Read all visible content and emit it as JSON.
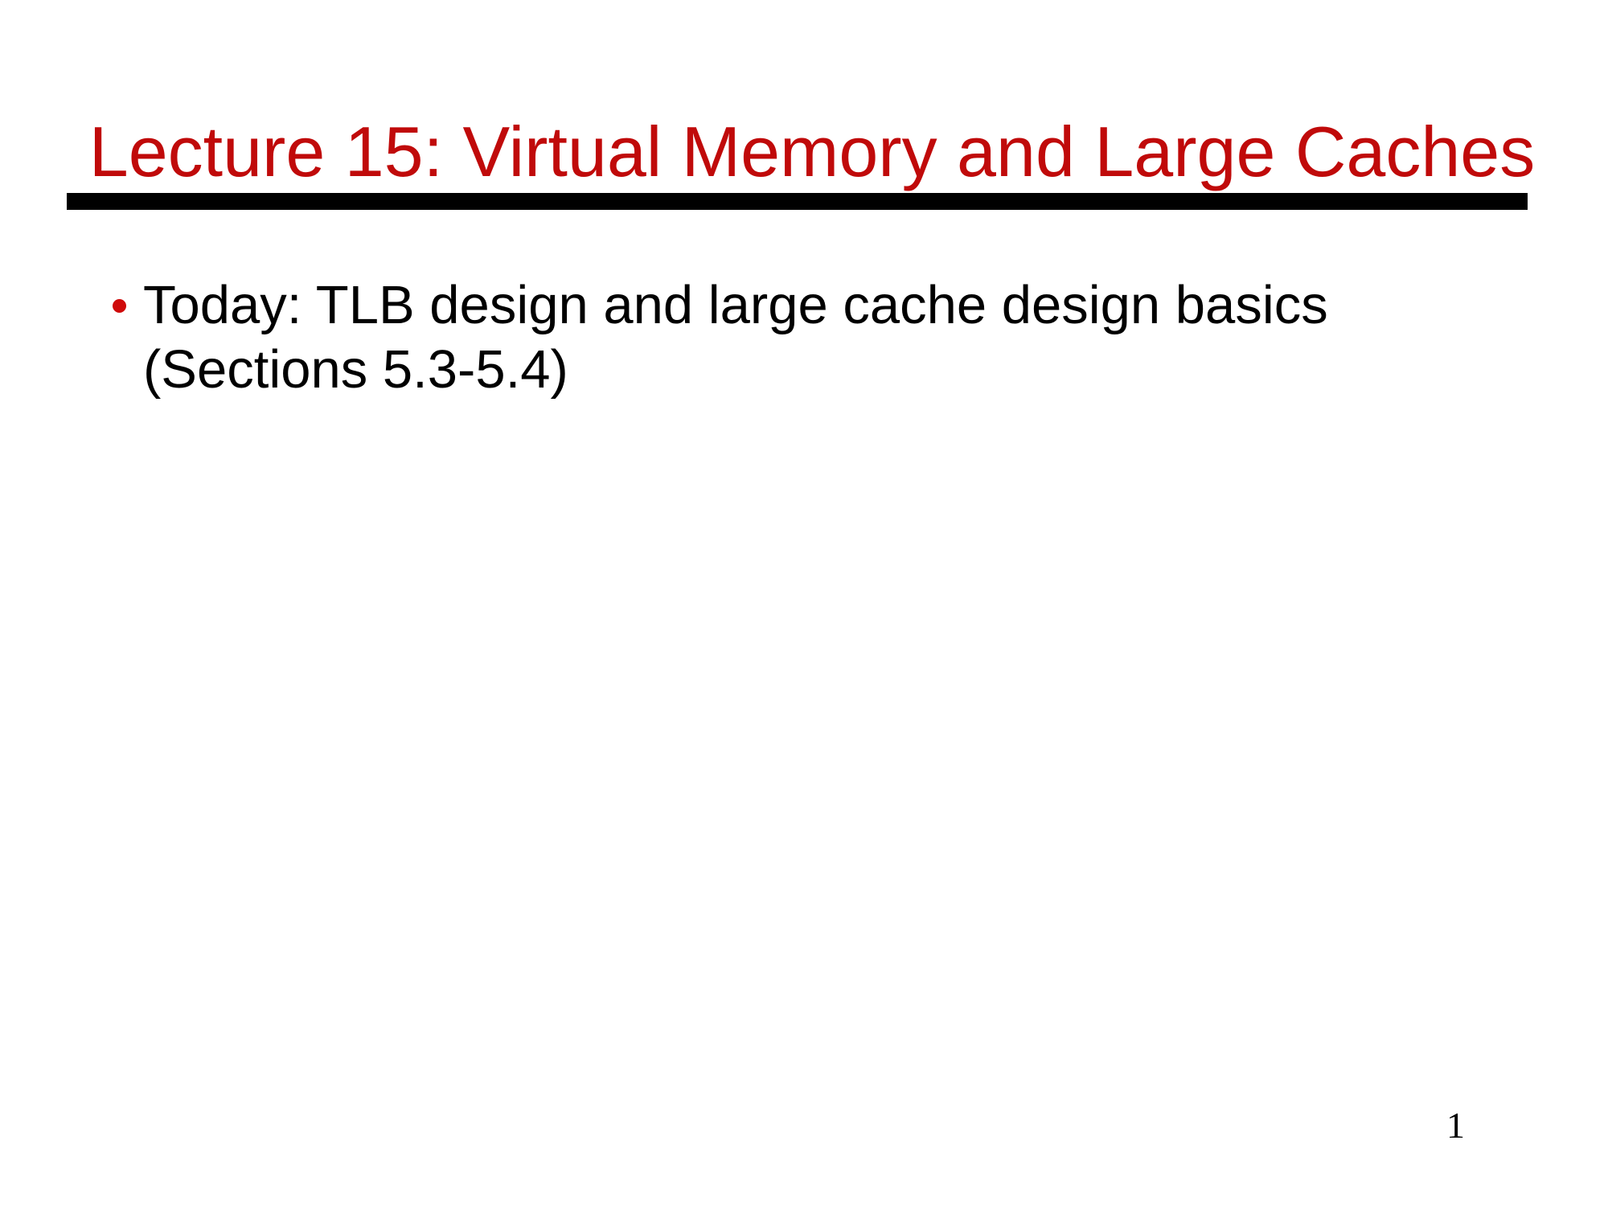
{
  "slide": {
    "title": "Lecture 15: Virtual Memory and Large Caches",
    "title_color": "#c00a0a",
    "divider_color": "#000000",
    "background_color": "#ffffff",
    "bullet_marker_color": "#cf0a0a",
    "body": {
      "bullets": [
        {
          "text": "Today: TLB design and large cache design basics (Sections 5.3-5.4)",
          "marker": "red-round-bullet"
        }
      ]
    },
    "page_number": "1"
  }
}
